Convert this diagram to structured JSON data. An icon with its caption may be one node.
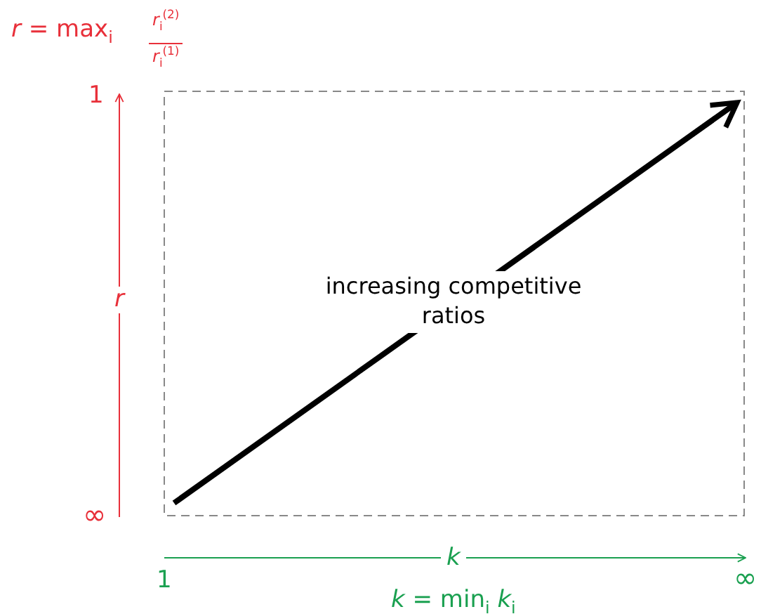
{
  "diagram": {
    "labels": [
      "*r* = max$_{i}$",
      "*r*$_{i}$$^{(2)}$",
      "*r*$_{i}$$^{(1)}$",
      "1",
      "*r*",
      "∞",
      "increasing competitive ratios",
      "*k*",
      "1",
      "∞",
      "*k* = min$_{i}$ *k*$_{i}$"
    ]
  }
}
